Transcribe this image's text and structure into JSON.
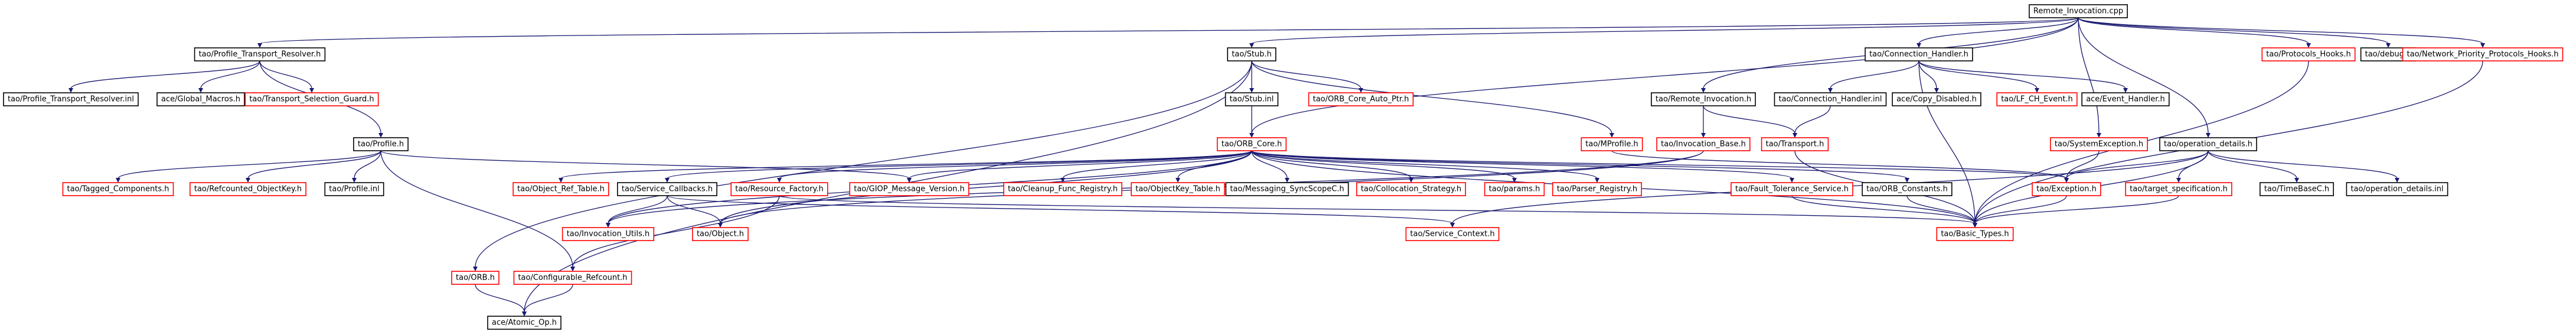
{
  "colors": {
    "edge": "#191970",
    "root_fill": "#bfbfbf",
    "border_black": "#000000",
    "border_red": "#ff0000",
    "text": "#000000"
  },
  "nodes": [
    {
      "id": "root",
      "label": "Remote_Invocation.cpp",
      "border": "black",
      "root": true
    },
    {
      "id": "ptr_h",
      "label": "tao/Profile_Transport_Resolver.h",
      "border": "black"
    },
    {
      "id": "stub_h",
      "label": "tao/Stub.h",
      "border": "black"
    },
    {
      "id": "ch_h",
      "label": "tao/Connection_Handler.h",
      "border": "black"
    },
    {
      "id": "proto_hooks",
      "label": "tao/Protocols_Hooks.h",
      "border": "red"
    },
    {
      "id": "debug_h",
      "label": "tao/debug.h",
      "border": "black"
    },
    {
      "id": "npph",
      "label": "tao/Network_Priority_Protocols_Hooks.h",
      "border": "red"
    },
    {
      "id": "ptr_inl",
      "label": "tao/Profile_Transport_Resolver.inl",
      "border": "black"
    },
    {
      "id": "global_macros",
      "label": "ace/Global_Macros.h",
      "border": "black"
    },
    {
      "id": "tsg",
      "label": "tao/Transport_Selection_Guard.h",
      "border": "red"
    },
    {
      "id": "stub_inl",
      "label": "tao/Stub.inl",
      "border": "black"
    },
    {
      "id": "orb_core_auto",
      "label": "tao/ORB_Core_Auto_Ptr.h",
      "border": "red"
    },
    {
      "id": "remote_inv_h",
      "label": "tao/Remote_Invocation.h",
      "border": "black"
    },
    {
      "id": "ch_inl",
      "label": "tao/Connection_Handler.inl",
      "border": "black"
    },
    {
      "id": "copy_disabled",
      "label": "ace/Copy_Disabled.h",
      "border": "black"
    },
    {
      "id": "lf_ch_event",
      "label": "tao/LF_CH_Event.h",
      "border": "red"
    },
    {
      "id": "event_handler",
      "label": "ace/Event_Handler.h",
      "border": "black"
    },
    {
      "id": "profile_h",
      "label": "tao/Profile.h",
      "border": "black"
    },
    {
      "id": "orb_core_h",
      "label": "tao/ORB_Core.h",
      "border": "red"
    },
    {
      "id": "mprofile_h",
      "label": "tao/MProfile.h",
      "border": "red"
    },
    {
      "id": "inv_base_h",
      "label": "tao/Invocation_Base.h",
      "border": "red"
    },
    {
      "id": "transport_h",
      "label": "tao/Transport.h",
      "border": "red"
    },
    {
      "id": "sys_exc_h",
      "label": "tao/SystemException.h",
      "border": "red"
    },
    {
      "id": "op_details_h",
      "label": "tao/operation_details.h",
      "border": "black"
    },
    {
      "id": "tagged_comp",
      "label": "tao/Tagged_Components.h",
      "border": "red"
    },
    {
      "id": "refcounted_objkey",
      "label": "tao/Refcounted_ObjectKey.h",
      "border": "red"
    },
    {
      "id": "profile_inl",
      "label": "tao/Profile.inl",
      "border": "black"
    },
    {
      "id": "obj_ref_table",
      "label": "tao/Object_Ref_Table.h",
      "border": "red"
    },
    {
      "id": "service_callbacks",
      "label": "tao/Service_Callbacks.h",
      "border": "black"
    },
    {
      "id": "resource_factory",
      "label": "tao/Resource_Factory.h",
      "border": "red"
    },
    {
      "id": "giop_msg_ver",
      "label": "tao/GIOP_Message_Version.h",
      "border": "red"
    },
    {
      "id": "cleanup_func_reg",
      "label": "tao/Cleanup_Func_Registry.h",
      "border": "red"
    },
    {
      "id": "objectkey_table",
      "label": "tao/ObjectKey_Table.h",
      "border": "red"
    },
    {
      "id": "messaging_sync",
      "label": "tao/Messaging_SyncScopeC.h",
      "border": "black"
    },
    {
      "id": "collocation_strat",
      "label": "tao/Collocation_Strategy.h",
      "border": "red"
    },
    {
      "id": "params_h",
      "label": "tao/params.h",
      "border": "red"
    },
    {
      "id": "parser_registry",
      "label": "tao/Parser_Registry.h",
      "border": "red"
    },
    {
      "id": "fault_tol",
      "label": "tao/Fault_Tolerance_Service.h",
      "border": "red"
    },
    {
      "id": "orb_constants",
      "label": "tao/ORB_Constants.h",
      "border": "black"
    },
    {
      "id": "exception_h",
      "label": "tao/Exception.h",
      "border": "red"
    },
    {
      "id": "target_spec",
      "label": "tao/target_specification.h",
      "border": "red"
    },
    {
      "id": "timebase",
      "label": "tao/TimeBaseC.h",
      "border": "black"
    },
    {
      "id": "op_details_inl",
      "label": "tao/operation_details.inl",
      "border": "black"
    },
    {
      "id": "invocation_utils",
      "label": "tao/Invocation_Utils.h",
      "border": "red"
    },
    {
      "id": "object_h",
      "label": "tao/Object.h",
      "border": "red"
    },
    {
      "id": "service_context",
      "label": "tao/Service_Context.h",
      "border": "red"
    },
    {
      "id": "basic_types",
      "label": "tao/Basic_Types.h",
      "border": "red"
    },
    {
      "id": "orb_h",
      "label": "tao/ORB.h",
      "border": "red"
    },
    {
      "id": "config_refcount",
      "label": "tao/Configurable_Refcount.h",
      "border": "red"
    },
    {
      "id": "atomic_op",
      "label": "ace/Atomic_Op.h",
      "border": "black"
    }
  ],
  "edges": [
    [
      "root",
      "ptr_h"
    ],
    [
      "root",
      "stub_h"
    ],
    [
      "root",
      "ch_h"
    ],
    [
      "root",
      "proto_hooks"
    ],
    [
      "root",
      "debug_h"
    ],
    [
      "root",
      "npph"
    ],
    [
      "root",
      "remote_inv_h"
    ],
    [
      "root",
      "orb_core_h"
    ],
    [
      "root",
      "sys_exc_h"
    ],
    [
      "root",
      "op_details_h"
    ],
    [
      "ptr_h",
      "ptr_inl"
    ],
    [
      "ptr_h",
      "global_macros"
    ],
    [
      "ptr_h",
      "tsg"
    ],
    [
      "ptr_h",
      "profile_h"
    ],
    [
      "stub_h",
      "stub_inl"
    ],
    [
      "stub_h",
      "orb_core_auto"
    ],
    [
      "stub_h",
      "mprofile_h"
    ],
    [
      "stub_h",
      "orb_h"
    ],
    [
      "stub_h",
      "atomic_op"
    ],
    [
      "stub_inl",
      "orb_core_h"
    ],
    [
      "remote_inv_h",
      "inv_base_h"
    ],
    [
      "remote_inv_h",
      "transport_h"
    ],
    [
      "ch_h",
      "ch_inl"
    ],
    [
      "ch_h",
      "copy_disabled"
    ],
    [
      "ch_h",
      "lf_ch_event"
    ],
    [
      "ch_h",
      "event_handler"
    ],
    [
      "ch_h",
      "basic_types"
    ],
    [
      "ch_inl",
      "transport_h"
    ],
    [
      "profile_h",
      "tagged_comp"
    ],
    [
      "profile_h",
      "refcounted_objkey"
    ],
    [
      "profile_h",
      "profile_inl"
    ],
    [
      "profile_h",
      "giop_msg_ver"
    ],
    [
      "profile_h",
      "config_refcount"
    ],
    [
      "orb_core_h",
      "obj_ref_table"
    ],
    [
      "orb_core_h",
      "service_callbacks"
    ],
    [
      "orb_core_h",
      "resource_factory"
    ],
    [
      "orb_core_h",
      "giop_msg_ver"
    ],
    [
      "orb_core_h",
      "cleanup_func_reg"
    ],
    [
      "orb_core_h",
      "objectkey_table"
    ],
    [
      "orb_core_h",
      "messaging_sync"
    ],
    [
      "orb_core_h",
      "collocation_strat"
    ],
    [
      "orb_core_h",
      "params_h"
    ],
    [
      "orb_core_h",
      "parser_registry"
    ],
    [
      "orb_core_h",
      "fault_tol"
    ],
    [
      "orb_core_h",
      "orb_constants"
    ],
    [
      "orb_core_h",
      "invocation_utils"
    ],
    [
      "orb_core_h",
      "object_h"
    ],
    [
      "orb_core_h",
      "basic_types"
    ],
    [
      "orb_core_h",
      "exception_h"
    ],
    [
      "mprofile_h",
      "exception_h"
    ],
    [
      "inv_base_h",
      "invocation_utils"
    ],
    [
      "inv_base_h",
      "object_h"
    ],
    [
      "transport_h",
      "basic_types"
    ],
    [
      "sys_exc_h",
      "exception_h"
    ],
    [
      "op_details_h",
      "exception_h"
    ],
    [
      "op_details_h",
      "target_spec"
    ],
    [
      "op_details_h",
      "timebase"
    ],
    [
      "op_details_h",
      "op_details_inl"
    ],
    [
      "op_details_h",
      "basic_types"
    ],
    [
      "op_details_h",
      "service_context"
    ],
    [
      "proto_hooks",
      "basic_types"
    ],
    [
      "npph",
      "basic_types"
    ],
    [
      "service_callbacks",
      "object_h"
    ],
    [
      "service_callbacks",
      "invocation_utils"
    ],
    [
      "service_callbacks",
      "service_context"
    ],
    [
      "resource_factory",
      "config_refcount"
    ],
    [
      "resource_factory",
      "basic_types"
    ],
    [
      "fault_tol",
      "basic_types"
    ],
    [
      "orb_constants",
      "basic_types"
    ],
    [
      "exception_h",
      "basic_types"
    ],
    [
      "target_spec",
      "basic_types"
    ],
    [
      "orb_h",
      "atomic_op"
    ],
    [
      "config_refcount",
      "atomic_op"
    ]
  ]
}
